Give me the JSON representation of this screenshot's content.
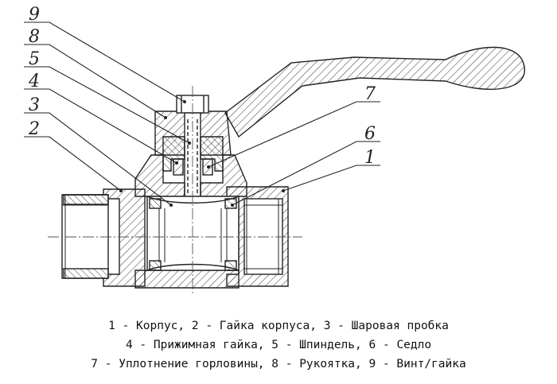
{
  "callouts": [
    {
      "num": "9"
    },
    {
      "num": "8"
    },
    {
      "num": "5"
    },
    {
      "num": "4"
    },
    {
      "num": "3"
    },
    {
      "num": "2"
    },
    {
      "num": "7"
    },
    {
      "num": "6"
    },
    {
      "num": "1"
    }
  ],
  "legend": [
    "1 - Корпус, 2 - Гайка корпуса, 3 - Шаровая пробка",
    "4 - Прижимная гайка, 5 - Шпиндель, 6 - Седло",
    "7 - Уплотнение горловины, 8 - Рукоятка, 9 - Винт/гайка"
  ]
}
